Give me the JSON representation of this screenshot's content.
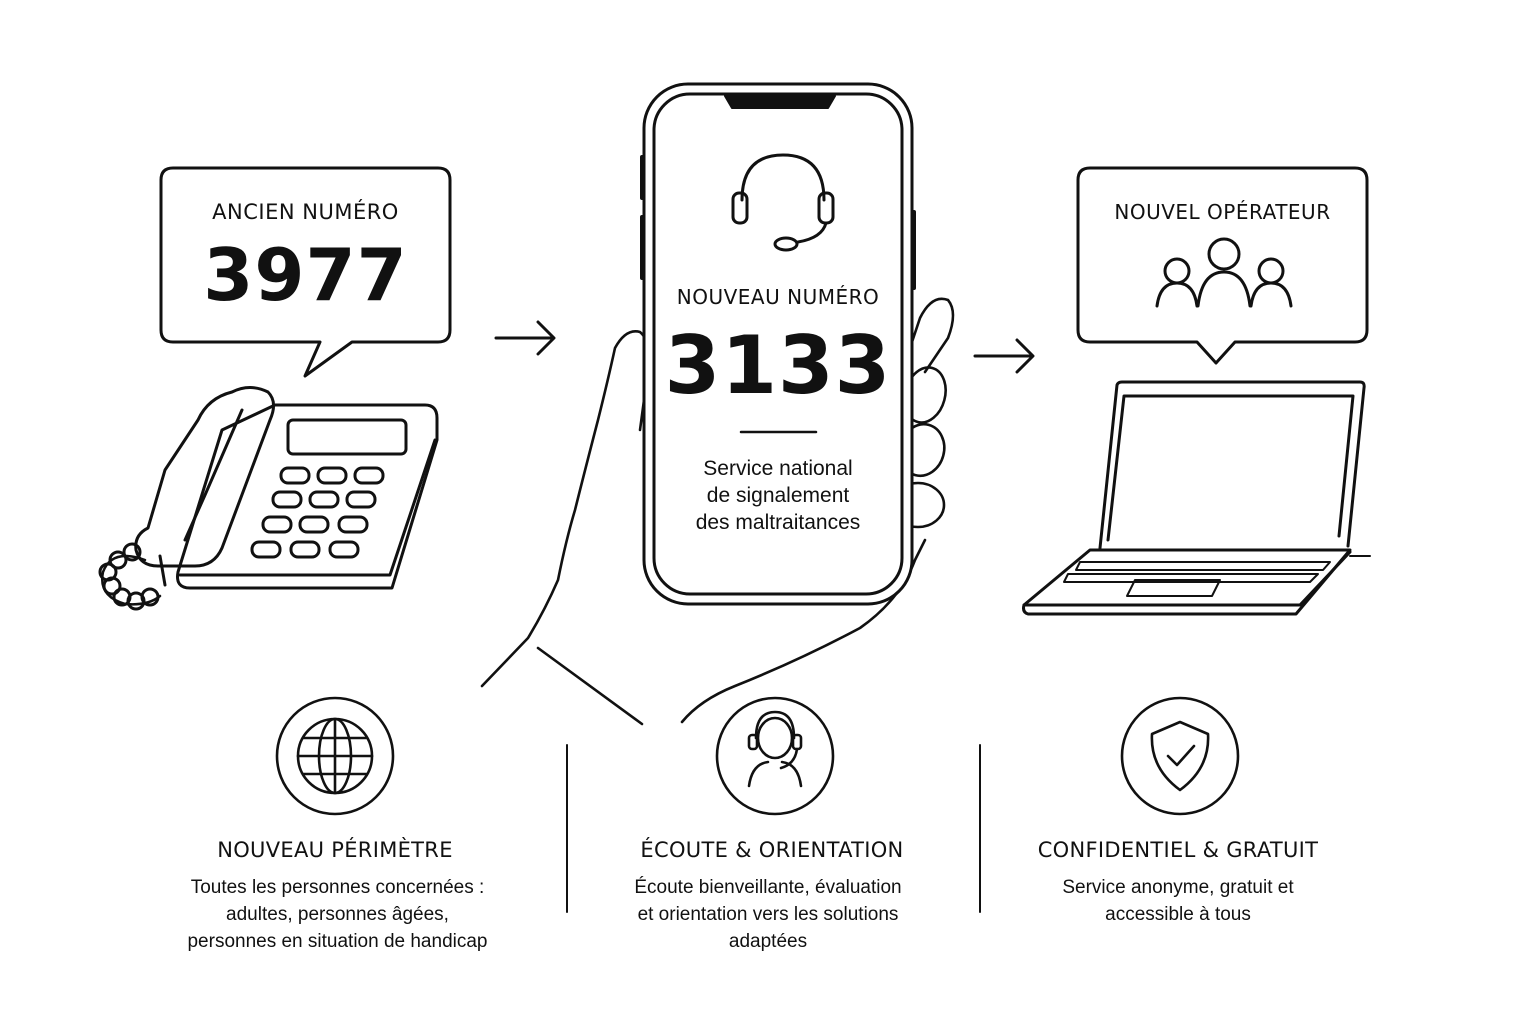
{
  "old_number": {
    "label": "ANCIEN NUMÉRO",
    "value": "3977"
  },
  "new_number": {
    "label": "NOUVEAU NUMÉRO",
    "value": "3133",
    "description_lines": [
      "Service national",
      "de signalement",
      "des maltraitances"
    ]
  },
  "new_operator": {
    "label": "NOUVEL OPÉRATEUR"
  },
  "features": [
    {
      "title": "NOUVEAU PÉRIMÈTRE",
      "icon": "globe-icon",
      "lines": [
        "Toutes les personnes concernées :",
        "adultes, personnes âgées,",
        "personnes en situation de handicap"
      ]
    },
    {
      "title": "ÉCOUTE & ORIENTATION",
      "icon": "headset-person-icon",
      "lines": [
        "Écoute bienveillante, évaluation",
        "et orientation vers les solutions",
        "adaptées"
      ]
    },
    {
      "title": "CONFIDENTIEL & GRATUIT",
      "icon": "shield-check-icon",
      "lines": [
        "Service anonyme, gratuit et",
        "accessible à tous"
      ]
    }
  ],
  "colors": {
    "ink": "#111111",
    "background": "#ffffff"
  }
}
